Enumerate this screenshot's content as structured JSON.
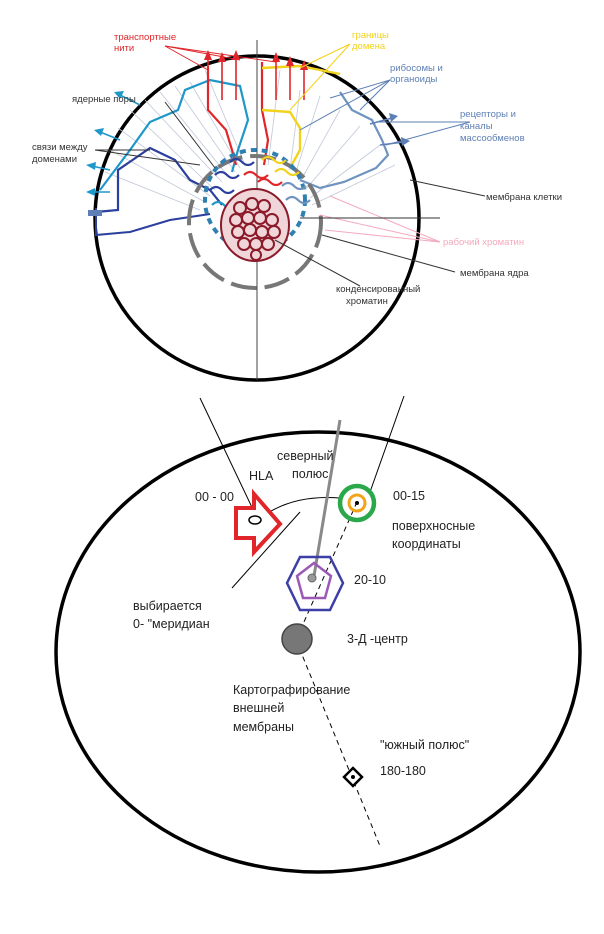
{
  "top_diagram": {
    "labels": {
      "transport": [
        "транспортные",
        "нити"
      ],
      "domain_borders": [
        "границы",
        "домена"
      ],
      "ribosomes": [
        "рибосомы и",
        "органоиды"
      ],
      "receptors": [
        "рецепторы  и",
        "каналы",
        "массообменов"
      ],
      "nuclear_pores": "ядерные поры",
      "links": [
        "связи между",
        "доменами"
      ],
      "cell_membrane": "мембрана клетки",
      "working_chromatin": "рабочий хроматин",
      "nucleus_membrane": "мембрана ядра",
      "condensed": [
        "конденсированный",
        "хроматин"
      ]
    },
    "colors": {
      "transport": "#e0262a",
      "domain_borders": "#f2d21c",
      "ribosomes": "#5d7fb5",
      "receptors": "#5d7fb5",
      "working_chromatin": "#f4a9bd",
      "domain_blue": "#1f97c9",
      "domain_navy": "#2b3f9e",
      "domain_steel": "#6f93bf",
      "chromatin_dark": "#8b1a2b",
      "text": "#333333"
    }
  },
  "bottom_diagram": {
    "labels": {
      "north_pole": [
        "северный",
        "полюс"
      ],
      "hla": "HLA",
      "coord_00_00": "00 - 00",
      "coord_00_15": "00-15",
      "surface_coords": [
        "поверхносные",
        "координаты"
      ],
      "coord_20_10": "20-10",
      "meridian": [
        "выбирается",
        "0- \"меридиан"
      ],
      "center_3d": "3-Д -центр",
      "mapping": [
        "Картографирование",
        "внешней",
        "мембраны"
      ],
      "south_pole": "\"южный полюс\"",
      "coord_180_180": "180-180"
    },
    "colors": {
      "arrow": "#e0262a",
      "green_ring": "#2aa84a",
      "orange_ring": "#f2a51c",
      "hexagon": "#3b3fa6",
      "pentagon": "#9b59b6",
      "sphere": "#777777",
      "pole_line": "#8a8a8a"
    }
  }
}
